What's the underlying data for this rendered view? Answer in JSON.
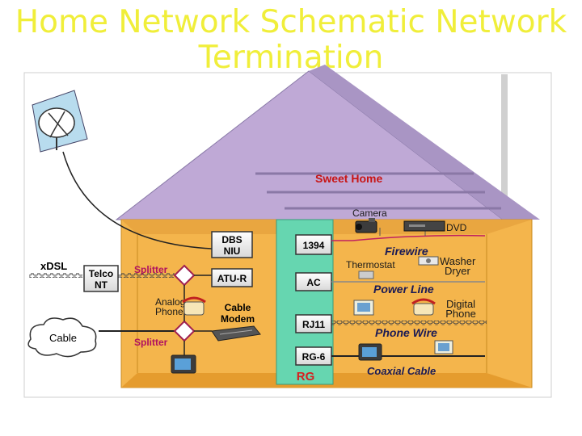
{
  "title": {
    "line1": "Home Network Schematic Network",
    "line2": "Termination"
  },
  "roof": {
    "label": "Sweet Home"
  },
  "boxes": {
    "dbs_niu": {
      "line1": "DBS",
      "line2": "NIU"
    },
    "atu_r": "ATU-R",
    "cable_modem": {
      "line1": "Cable",
      "line2": "Modem"
    },
    "telco_nt": {
      "line1": "Telco",
      "line2": "NT"
    },
    "p1394": "1394",
    "ac": "AC",
    "rj11": "RJ11",
    "rg6": "RG-6",
    "rg": "RG"
  },
  "left": {
    "xdsl": "xDSL",
    "cable": "Cable",
    "splitter_top": "Splitter",
    "splitter_bottom": "Splitter",
    "analog_phone": {
      "line1": "Analog",
      "line2": "Phone"
    }
  },
  "right": {
    "camera": "Camera",
    "dvd": "DVD",
    "firewire": "Firewire",
    "thermostat": "Thermostat",
    "washer_dryer": {
      "line1": "Washer",
      "line2": "Dryer"
    },
    "power_line": "Power Line",
    "digital_phone": {
      "line1": "Digital",
      "line2": "Phone"
    },
    "phone_wire": "Phone Wire",
    "coaxial_cable": "Coaxial Cable"
  },
  "colors": {
    "title": "#f0ee3a",
    "roof": "#bfa9d6",
    "wall": "#f4b54c",
    "gateway": "#66d6b0",
    "rg_text": "#d62020"
  }
}
